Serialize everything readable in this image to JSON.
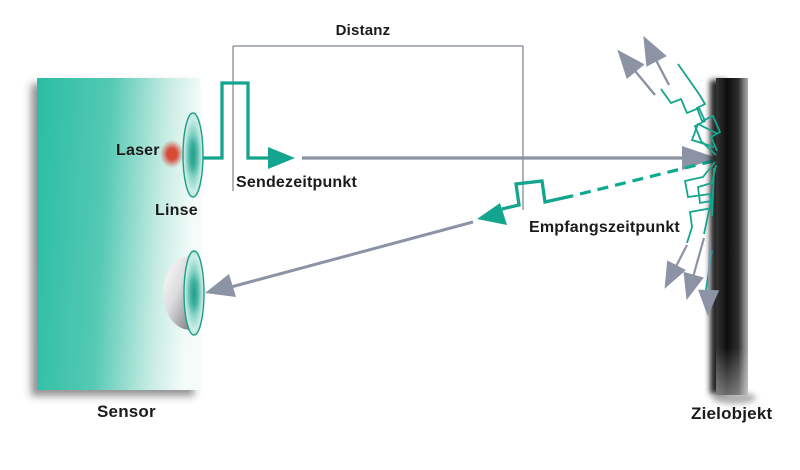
{
  "diagram": {
    "title_hint": "Laser time-of-flight distance measurement principle",
    "labels": {
      "laser": "Laser",
      "linse": "Linse",
      "distanz": "Distanz",
      "sendezeitpunkt": "Sendezeitpunkt",
      "empfangszeitpunkt": "Empfangszeitpunkt",
      "sensor": "Sensor",
      "zielobjekt": "Zielobjekt"
    },
    "colors": {
      "teal": "#14a58e",
      "teal_dashed": "#0cab8e",
      "gray_arrow": "#8b93a5",
      "bracket_line": "#5f6a74",
      "laser_red": "#d64228",
      "sensor_box_start": "#2abda5",
      "sensor_box_end": "#f4fbf9",
      "wall_black": "#0d0d0d",
      "text": "#1b1b1b"
    }
  }
}
